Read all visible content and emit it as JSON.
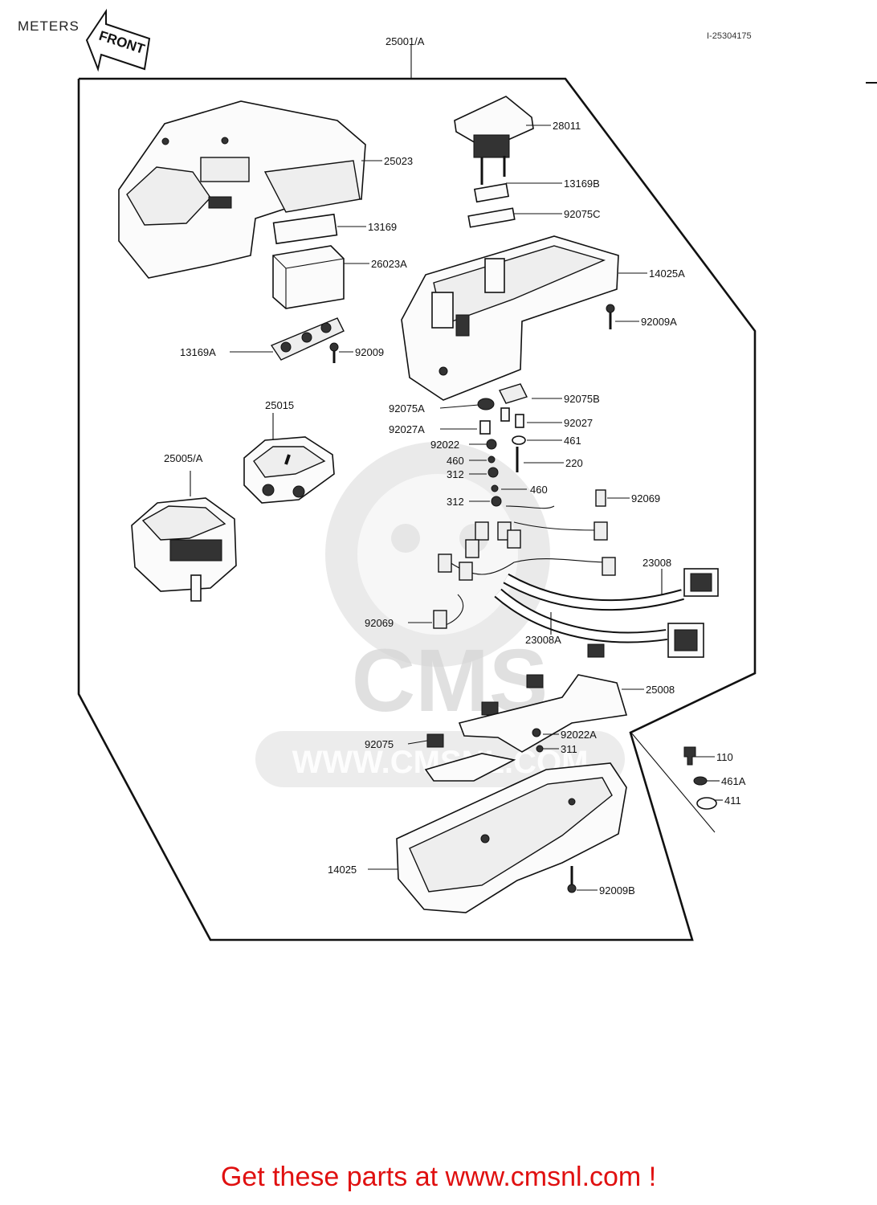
{
  "title": "METERS",
  "front_arrow": "FRONT",
  "diagram_code": "I-25304175",
  "footer": "Get these parts at www.cmsnl.com !",
  "watermark": {
    "brand": "CMS",
    "url": "WWW.CMSNL.COM"
  },
  "labels": {
    "l25001A": "25001/A",
    "l28011": "28011",
    "l25023": "25023",
    "l13169B": "13169B",
    "l92075C": "92075C",
    "l13169": "13169",
    "l26023A": "26023A",
    "l14025A": "14025A",
    "l92009A": "92009A",
    "l13169A": "13169A",
    "l92009": "92009",
    "l25015": "25015",
    "l92075A": "92075A",
    "l92075B": "92075B",
    "l92027A": "92027A",
    "l92027": "92027",
    "l92022": "92022",
    "l461": "461",
    "l25005A": "25005/A",
    "l460a": "460",
    "l220": "220",
    "l312a": "312",
    "l460b": "460",
    "l312b": "312",
    "l92069a": "92069",
    "l23008": "23008",
    "l92069b": "92069",
    "l23008A": "23008A",
    "l25008": "25008",
    "l92075": "92075",
    "l92022A": "92022A",
    "l311": "311",
    "l110": "110",
    "l461A": "461A",
    "l411": "411",
    "l14025": "14025",
    "l92009B": "92009B"
  }
}
